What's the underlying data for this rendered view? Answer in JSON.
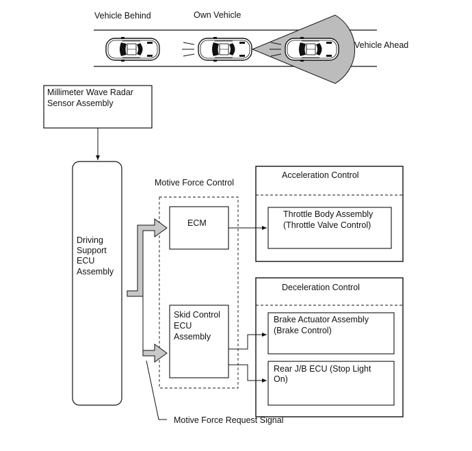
{
  "top_scene": {
    "vehicle_behind": "Vehicle Behind",
    "own_vehicle": "Own Vehicle",
    "vehicle_ahead": "Vehicle Ahead"
  },
  "radar": {
    "line1": "Millimeter Wave Radar",
    "line2": "Sensor Assembly"
  },
  "driving_ecu": {
    "line1": "Driving",
    "line2": "Support",
    "line3": "ECU",
    "line4": "Assembly"
  },
  "motive": {
    "title": "Motive Force Control",
    "ecm": "ECM",
    "skid_line1": "Skid Control",
    "skid_line2": "ECU",
    "skid_line3": "Assembly"
  },
  "acceleration": {
    "title": "Acceleration Control",
    "item_line1": "Throttle Body Assembly",
    "item_line2": "(Throttle Valve Control)"
  },
  "deceleration": {
    "title": "Deceleration Control",
    "brake_line1": "Brake Actuator Assembly",
    "brake_line2": "(Brake Control)",
    "rear_line1": "Rear J/B ECU (Stop Light",
    "rear_line2": "On)"
  },
  "signal_label": "Motive Force Request Signal"
}
